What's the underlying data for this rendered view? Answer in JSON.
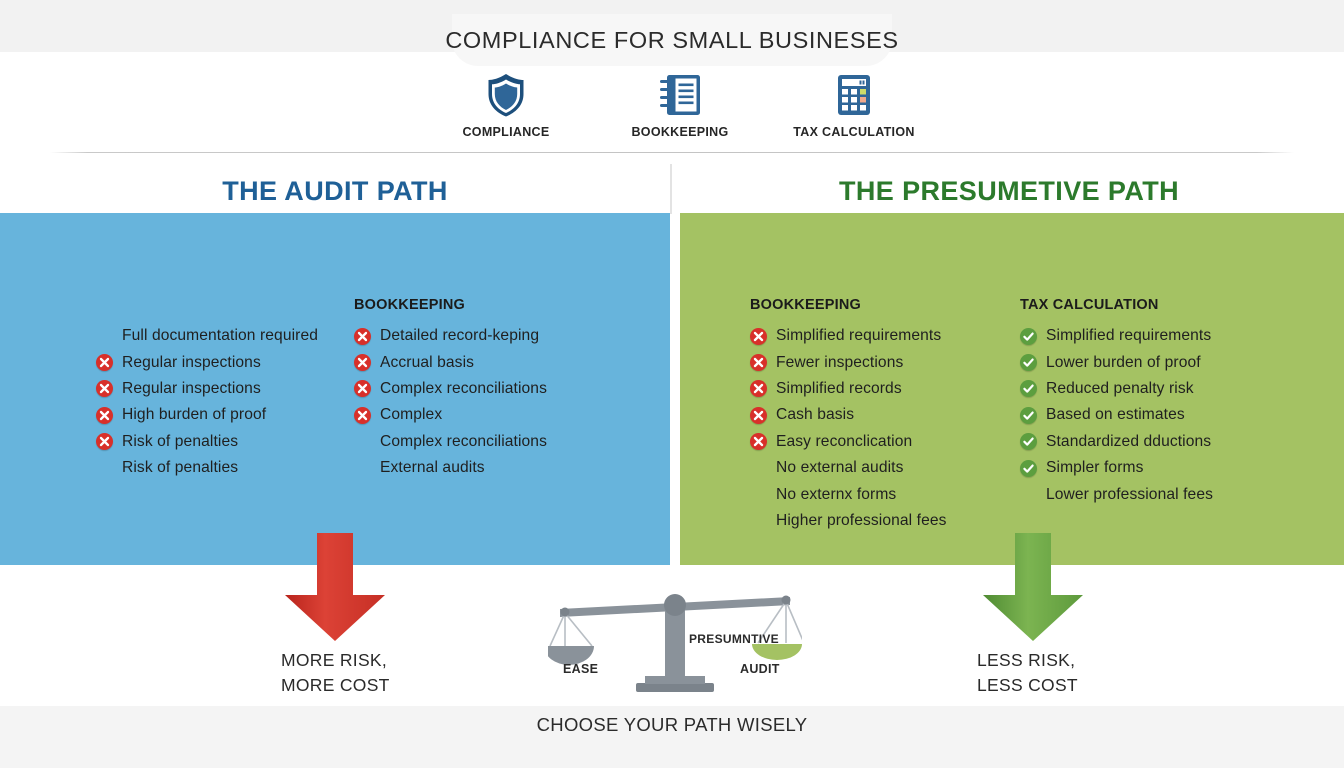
{
  "header": {
    "title": "COMPLIANCE FOR SMALL BUSINESES",
    "icons": [
      {
        "icon": "shield-icon",
        "label": "COMPLIANCE"
      },
      {
        "icon": "ledger-book-icon",
        "label": "BOOKKEEPING"
      },
      {
        "icon": "calculator-icon",
        "label": "TAX CALCULATION"
      }
    ]
  },
  "panels": {
    "audit": {
      "heading": "THE AUDIT PATH",
      "heading_color": "#1f6097",
      "background_color": "#67b4dc",
      "columns": [
        {
          "title": "",
          "items": [
            {
              "mark": "none",
              "text": "Full documentation required"
            },
            {
              "mark": "cross",
              "text": "Regular inspections"
            },
            {
              "mark": "cross",
              "text": "Regular inspections"
            },
            {
              "mark": "cross",
              "text": "High burden of proof"
            },
            {
              "mark": "cross",
              "text": "Risk of penalties"
            },
            {
              "mark": "none",
              "text": "Risk of penalties"
            }
          ]
        },
        {
          "title": "BOOKKEEPING",
          "items": [
            {
              "mark": "cross",
              "text": "Detailed record-keping"
            },
            {
              "mark": "cross",
              "text": "Accrual basis"
            },
            {
              "mark": "cross",
              "text": "Complex reconciliations"
            },
            {
              "mark": "cross",
              "text": "Complex"
            },
            {
              "mark": "none",
              "text": "Complex reconciliations"
            },
            {
              "mark": "none",
              "text": "External audits"
            }
          ]
        }
      ]
    },
    "presumptive": {
      "heading": "THE PRESUMETIVE PATH",
      "heading_color": "#2c7a2c",
      "background_color": "#a4c263",
      "columns": [
        {
          "title": "BOOKKEEPING",
          "items": [
            {
              "mark": "cross",
              "text": "Simplified requirements"
            },
            {
              "mark": "cross",
              "text": "Fewer inspections"
            },
            {
              "mark": "cross",
              "text": "Simplified records"
            },
            {
              "mark": "cross",
              "text": "Cash basis"
            },
            {
              "mark": "cross",
              "text": "Easy reconclication"
            },
            {
              "mark": "none",
              "text": "No external audits"
            },
            {
              "mark": "none",
              "text": "No externx forms"
            },
            {
              "mark": "none",
              "text": "Higher professional fees"
            }
          ]
        },
        {
          "title": "TAX CALCULATION",
          "items": [
            {
              "mark": "check",
              "text": "Simplified requirements"
            },
            {
              "mark": "check",
              "text": "Lower burden of proof"
            },
            {
              "mark": "check",
              "text": "Reduced penalty risk"
            },
            {
              "mark": "check",
              "text": "Based on estimates"
            },
            {
              "mark": "check",
              "text": "Standardized dductions"
            },
            {
              "mark": "check",
              "text": "Simpler forms"
            },
            {
              "mark": "none",
              "text": "Lower professional fees"
            }
          ]
        }
      ]
    }
  },
  "outcomes": {
    "left": {
      "arrow": "down-arrow-red",
      "color": "#d6342b",
      "line1": "MORE RISK,",
      "line2": "MORE COST"
    },
    "right": {
      "arrow": "down-arrow-green",
      "color": "#6fa845",
      "line1": "LESS RISK,",
      "line2": "LESS COST"
    }
  },
  "scale": {
    "left_label": "EASE",
    "right_label": "AUDIT",
    "overlay_label": "PRESUMNTIVE",
    "pan_left_color": "#8a929a",
    "pan_right_color": "#a4c263"
  },
  "footer": {
    "text": "CHOOSE YOUR PATH WISELY"
  }
}
